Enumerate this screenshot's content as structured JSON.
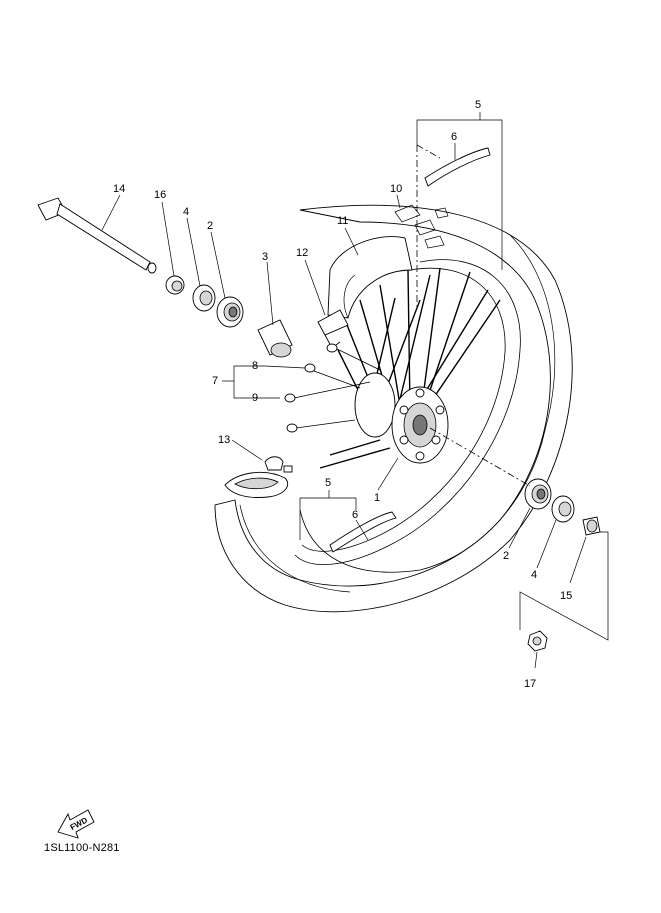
{
  "diagram": {
    "code": "1SL1100-N281",
    "fwd_text": "FWD",
    "labels": [
      {
        "id": "5-top",
        "text": "5"
      },
      {
        "id": "6-top",
        "text": "6"
      },
      {
        "id": "10",
        "text": "10"
      },
      {
        "id": "11",
        "text": "11"
      },
      {
        "id": "12",
        "text": "12"
      },
      {
        "id": "14",
        "text": "14"
      },
      {
        "id": "16",
        "text": "16"
      },
      {
        "id": "4-left",
        "text": "4"
      },
      {
        "id": "2-left",
        "text": "2"
      },
      {
        "id": "3",
        "text": "3"
      },
      {
        "id": "8",
        "text": "8"
      },
      {
        "id": "7",
        "text": "7"
      },
      {
        "id": "9",
        "text": "9"
      },
      {
        "id": "13",
        "text": "13"
      },
      {
        "id": "1",
        "text": "1"
      },
      {
        "id": "5-bottom",
        "text": "5"
      },
      {
        "id": "6-bottom",
        "text": "6"
      },
      {
        "id": "2-right",
        "text": "2"
      },
      {
        "id": "4-right",
        "text": "4"
      },
      {
        "id": "15",
        "text": "15"
      },
      {
        "id": "17",
        "text": "17"
      }
    ]
  }
}
